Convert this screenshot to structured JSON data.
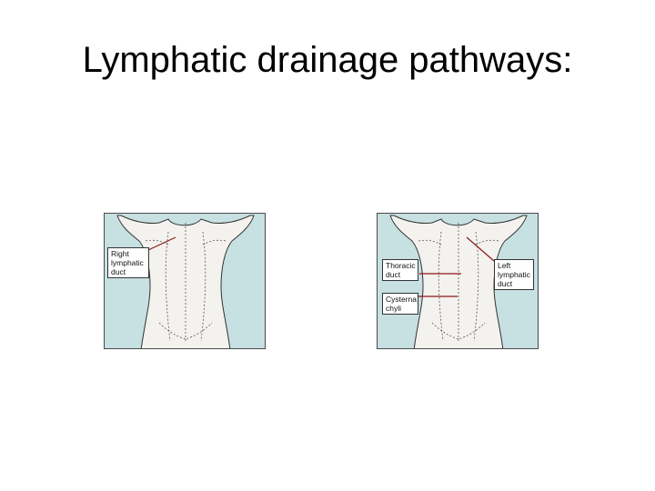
{
  "slide": {
    "title": "Lymphatic drainage pathways:"
  },
  "figures": [
    {
      "labels": [
        {
          "text": "Right\nlymphatic\nduct"
        }
      ]
    },
    {
      "labels": [
        {
          "text": "Thoracic\nduct"
        },
        {
          "text": "Cysterna\nchyli"
        },
        {
          "text": "Left\nlymphatic\nduct"
        }
      ]
    }
  ],
  "colors": {
    "background": "#c7e0e2",
    "leader_line": "#8b1a1a",
    "body_fill": "#f4f2ee"
  }
}
